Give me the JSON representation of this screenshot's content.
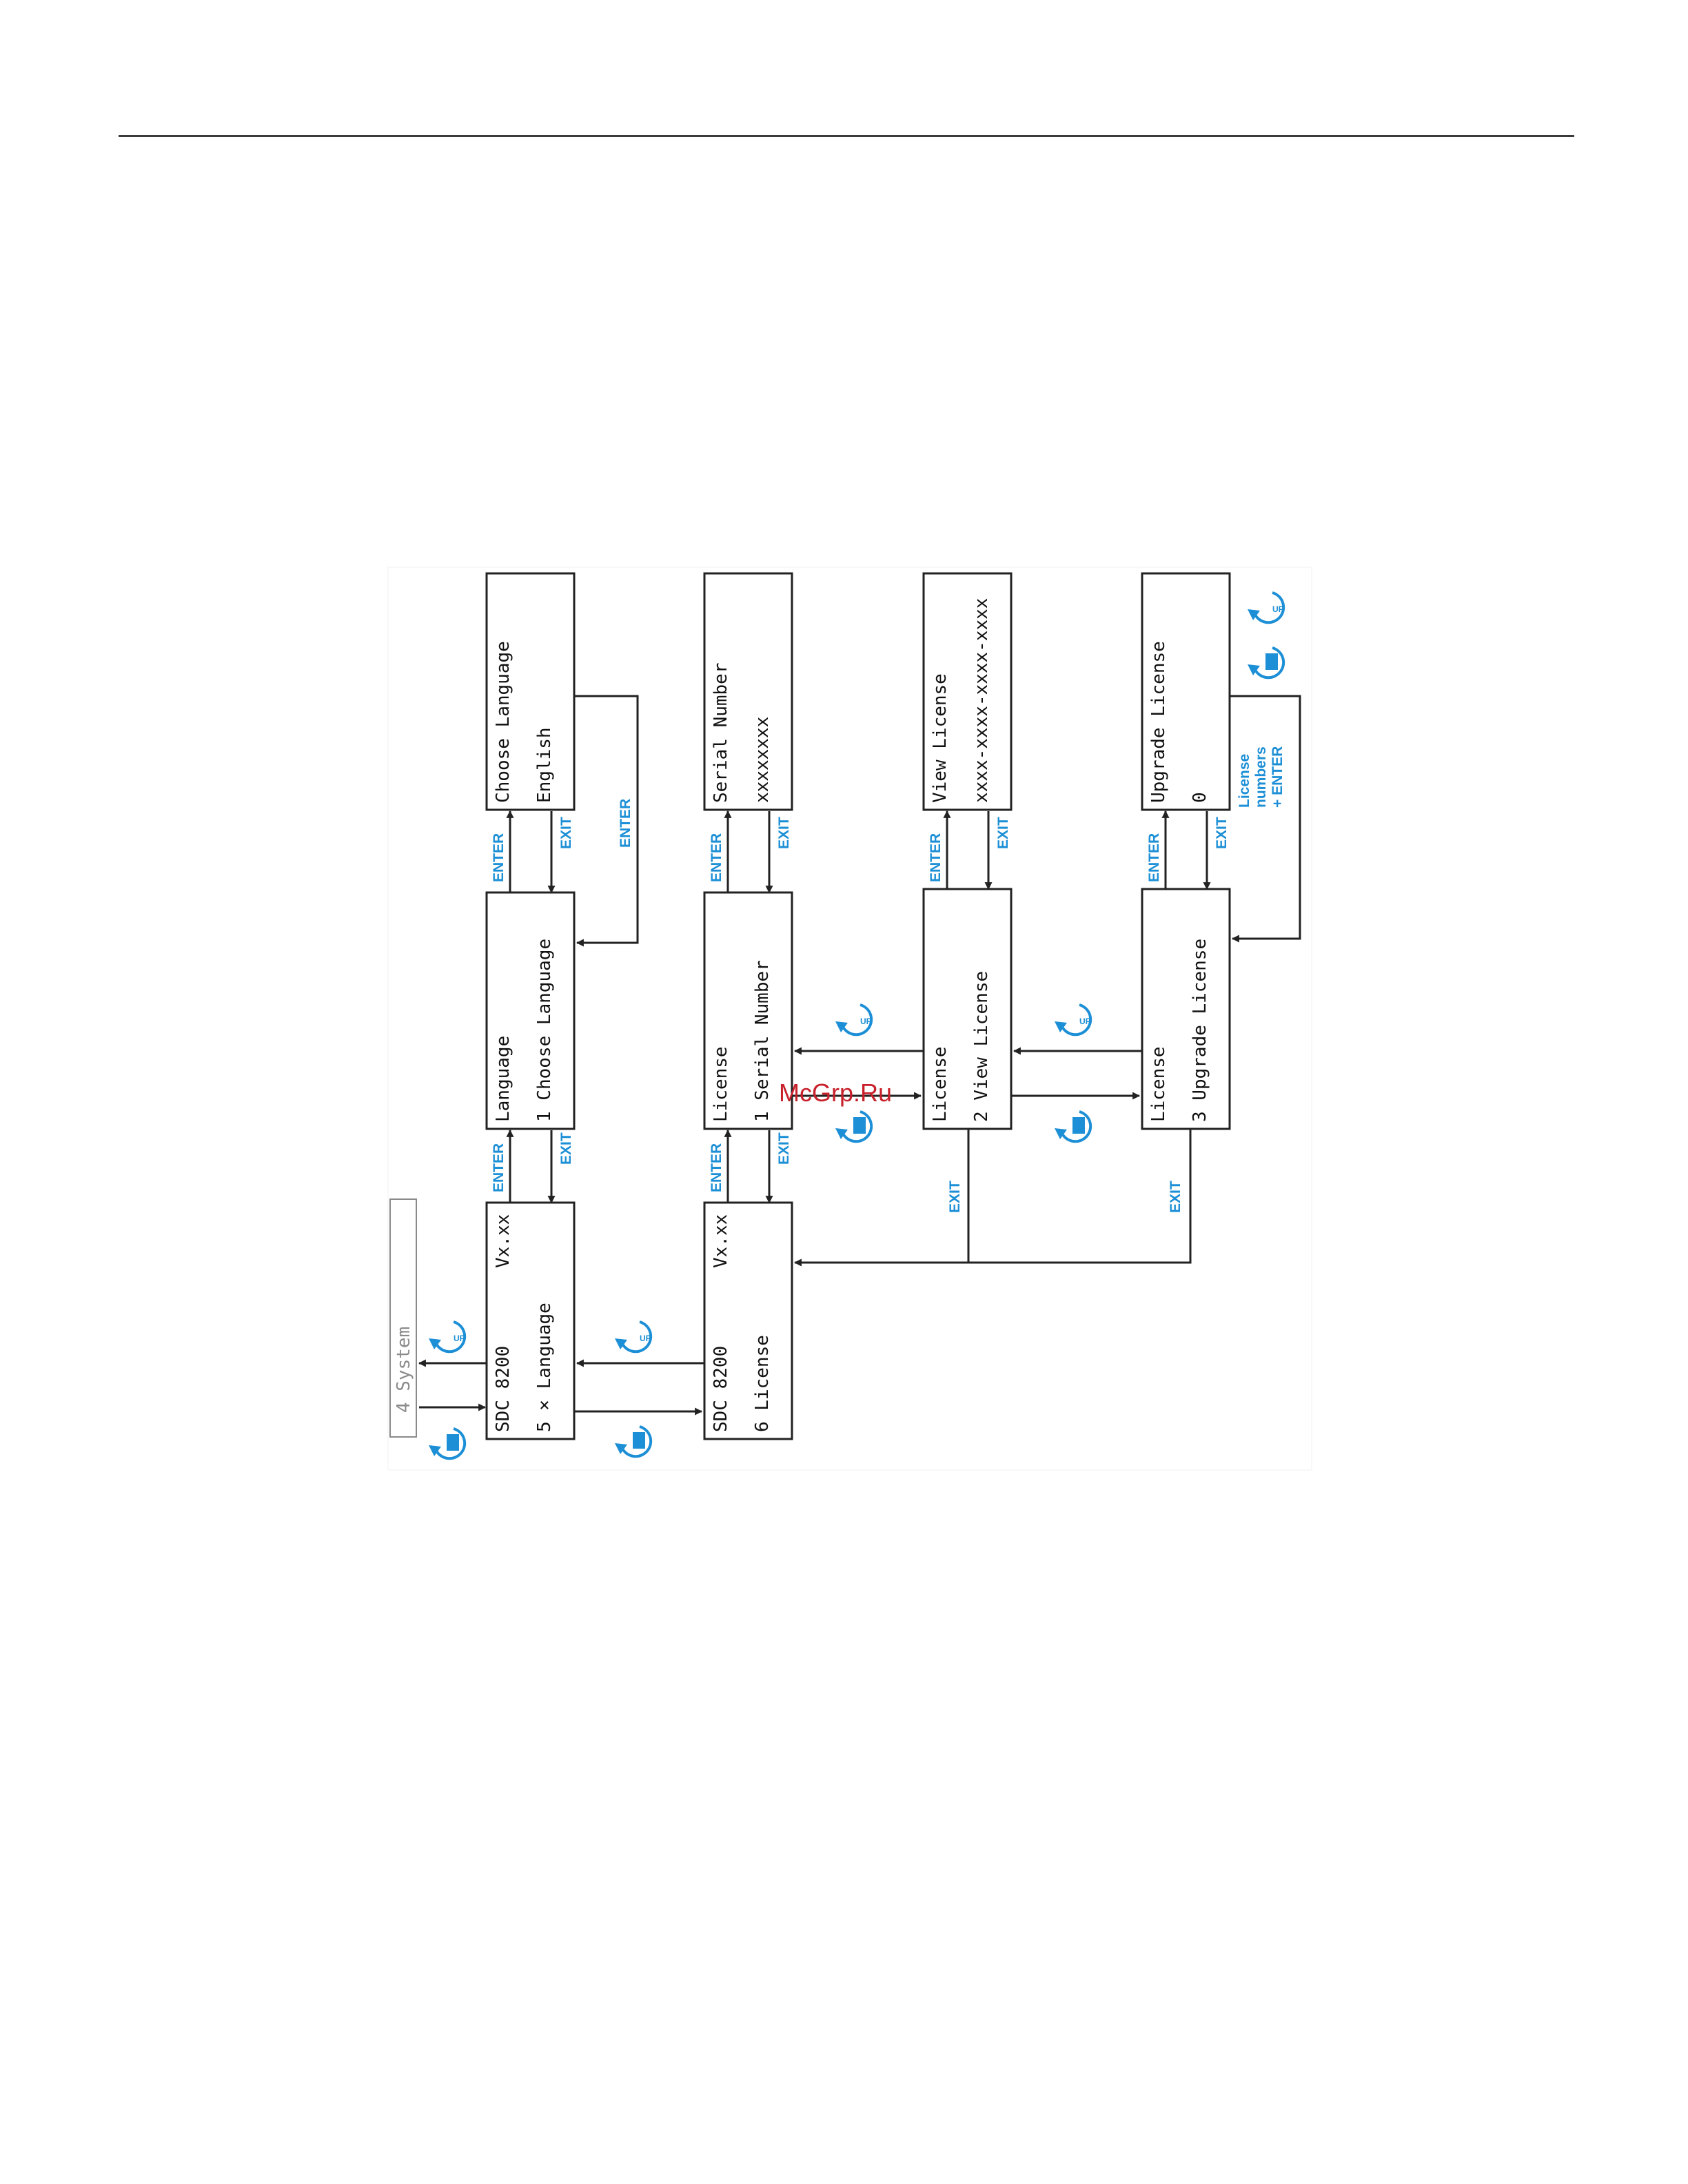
{
  "colors": {
    "accent": "#1c8fd6",
    "box_stroke": "#222222",
    "watermark": "#c8202a",
    "inactive_text": "#8a8a8a"
  },
  "watermark": "McGrp.Ru",
  "boxes": {
    "system": {
      "line1": "4 System",
      "line2": ""
    },
    "sdc_language": {
      "line1": "SDC 8200",
      "line1_right": "Vx.xx",
      "line2": "5 × Language"
    },
    "language": {
      "line1": "Language",
      "line2": "1 Choose Language"
    },
    "choose_language": {
      "line1": "Choose Language",
      "line2": "English"
    },
    "sdc_license": {
      "line1": "SDC 8200",
      "line1_right": "Vx.xx",
      "line2": "6 License"
    },
    "license_serial": {
      "line1": "License",
      "line2": "1 Serial Number"
    },
    "serial_number": {
      "line1": "Serial Number",
      "line2": "xxxxxxxx"
    },
    "license_view": {
      "line1": "License",
      "line2": "2 View License"
    },
    "view_license": {
      "line1": "View License",
      "line2": "xxxx-xxxx-xxxx-xxxx"
    },
    "license_upgrade": {
      "line1": "License",
      "line2": "3 Upgrade License"
    },
    "upgrade_license": {
      "line1": "Upgrade License",
      "line2": "0"
    }
  },
  "labels": {
    "enter": "ENTER",
    "exit": "EXIT",
    "license_numbers_1": "License",
    "license_numbers_2": "numbers",
    "license_numbers_3": "+ ENTER"
  },
  "icons": {
    "up": "rotate-up-icon",
    "down": "rotate-down-icon"
  }
}
